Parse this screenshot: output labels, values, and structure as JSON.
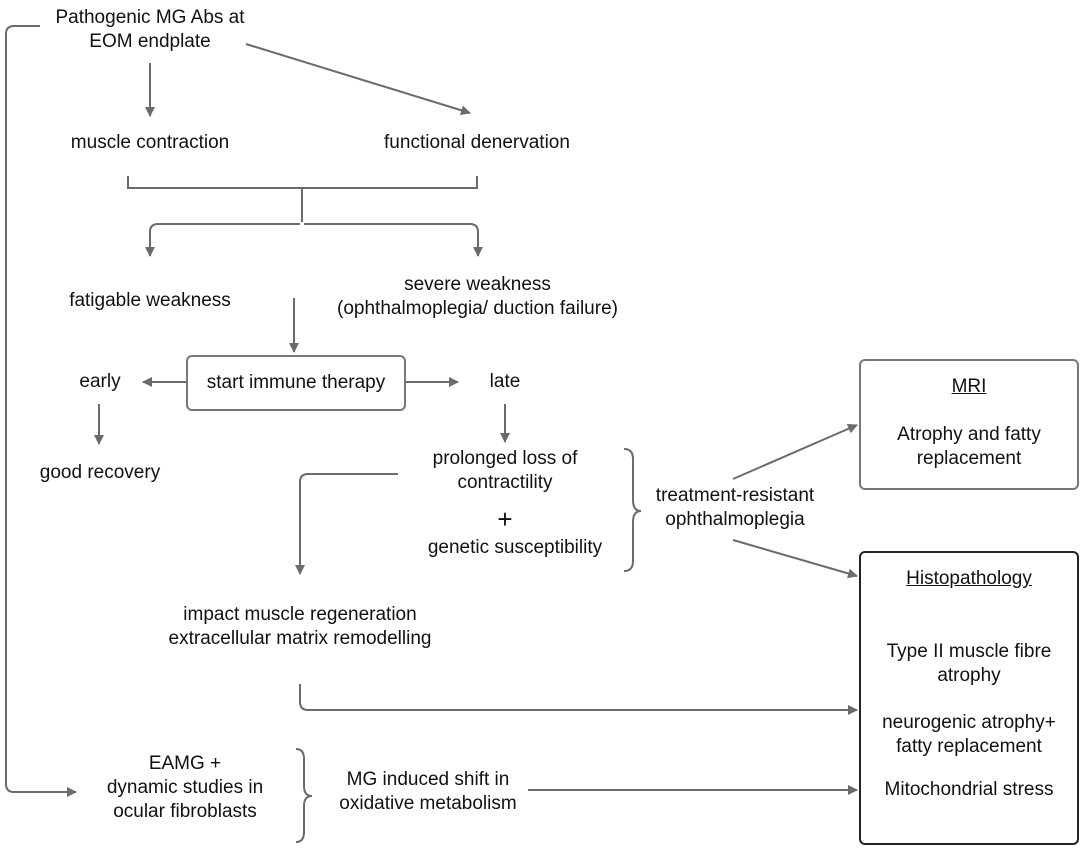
{
  "nodes": {
    "pathogenic": [
      "Pathogenic MG Abs at",
      "EOM endplate"
    ],
    "muscle_contraction": "muscle contraction",
    "functional_denervation": "functional denervation",
    "fatigable_weakness": "fatigable weakness",
    "severe_weakness": [
      "severe weakness",
      "(ophthalmoplegia/ duction failure)"
    ],
    "start_immune": "start immune therapy",
    "early": "early",
    "late": "late",
    "good_recovery": "good recovery",
    "prolonged_loss": [
      "prolonged loss of",
      "contractility"
    ],
    "plus": "+",
    "genetic": "genetic susceptibility",
    "treatment_resistant": [
      "treatment-resistant",
      "ophthalmoplegia"
    ],
    "impact": [
      "impact muscle regeneration",
      "extracellular matrix remodelling"
    ],
    "eamg": [
      "EAMG +",
      "dynamic studies in",
      "ocular fibroblasts"
    ],
    "mg_shift": [
      "MG induced shift in",
      "oxidative metabolism"
    ]
  },
  "mri_box": {
    "title": "MRI",
    "lines": [
      "Atrophy and fatty",
      "replacement"
    ]
  },
  "histo_box": {
    "title": "Histopathology",
    "item1": [
      "Type II muscle fibre",
      "atrophy"
    ],
    "item2": [
      "neurogenic atrophy+",
      "fatty replacement"
    ],
    "item3": "Mitochondrial stress"
  },
  "colors": {
    "line": "#6b6b6b",
    "box_border": "#777777",
    "box_border_dark": "#222222"
  }
}
